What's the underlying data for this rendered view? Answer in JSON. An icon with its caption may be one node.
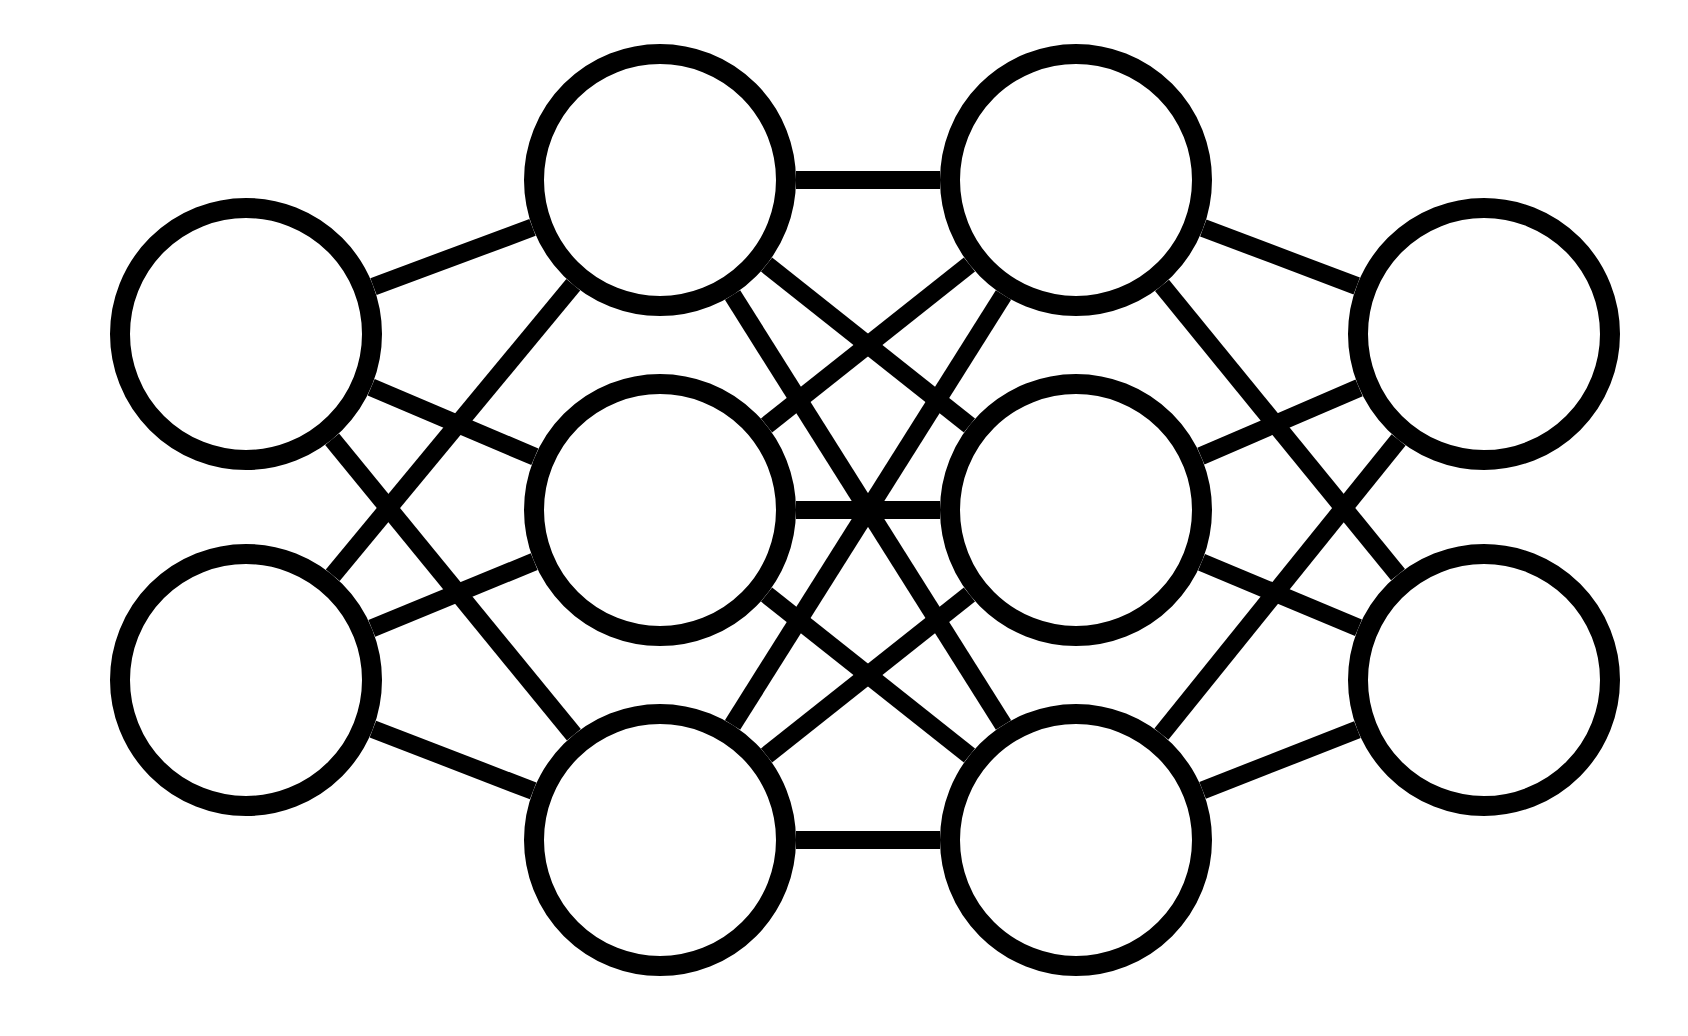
{
  "diagram": {
    "nodes": [
      {
        "text": [],
        "shape": "circle"
      },
      {
        "text": [],
        "shape": "circle"
      },
      {
        "text": [],
        "shape": "circle"
      },
      {
        "text": [],
        "shape": "circle"
      },
      {
        "text": [],
        "shape": "circle"
      },
      {
        "text": [],
        "shape": "circle"
      },
      {
        "text": [],
        "shape": "circle"
      },
      {
        "text": [],
        "shape": "circle"
      },
      {
        "text": [],
        "shape": "circle"
      },
      {
        "text": [],
        "shape": "circle"
      }
    ],
    "edges": [
      {
        "from": 0,
        "to": 2,
        "arrow": "none"
      },
      {
        "from": 0,
        "to": 3,
        "arrow": "none"
      },
      {
        "from": 0,
        "to": 4,
        "arrow": "none"
      },
      {
        "from": 1,
        "to": 2,
        "arrow": "none"
      },
      {
        "from": 1,
        "to": 3,
        "arrow": "none"
      },
      {
        "from": 1,
        "to": 4,
        "arrow": "none"
      },
      {
        "from": 2,
        "to": 5,
        "arrow": "none"
      },
      {
        "from": 2,
        "to": 6,
        "arrow": "none"
      },
      {
        "from": 2,
        "to": 7,
        "arrow": "none"
      },
      {
        "from": 3,
        "to": 5,
        "arrow": "none"
      },
      {
        "from": 3,
        "to": 6,
        "arrow": "none"
      },
      {
        "from": 3,
        "to": 7,
        "arrow": "none"
      },
      {
        "from": 4,
        "to": 5,
        "arrow": "none"
      },
      {
        "from": 4,
        "to": 6,
        "arrow": "none"
      },
      {
        "from": 4,
        "to": 7,
        "arrow": "none"
      },
      {
        "from": 5,
        "to": 8,
        "arrow": "none"
      },
      {
        "from": 5,
        "to": 9,
        "arrow": "none"
      },
      {
        "from": 6,
        "to": 8,
        "arrow": "none"
      },
      {
        "from": 6,
        "to": 9,
        "arrow": "none"
      },
      {
        "from": 7,
        "to": 8,
        "arrow": "none"
      },
      {
        "from": 7,
        "to": 9,
        "arrow": "none"
      }
    ]
  }
}
